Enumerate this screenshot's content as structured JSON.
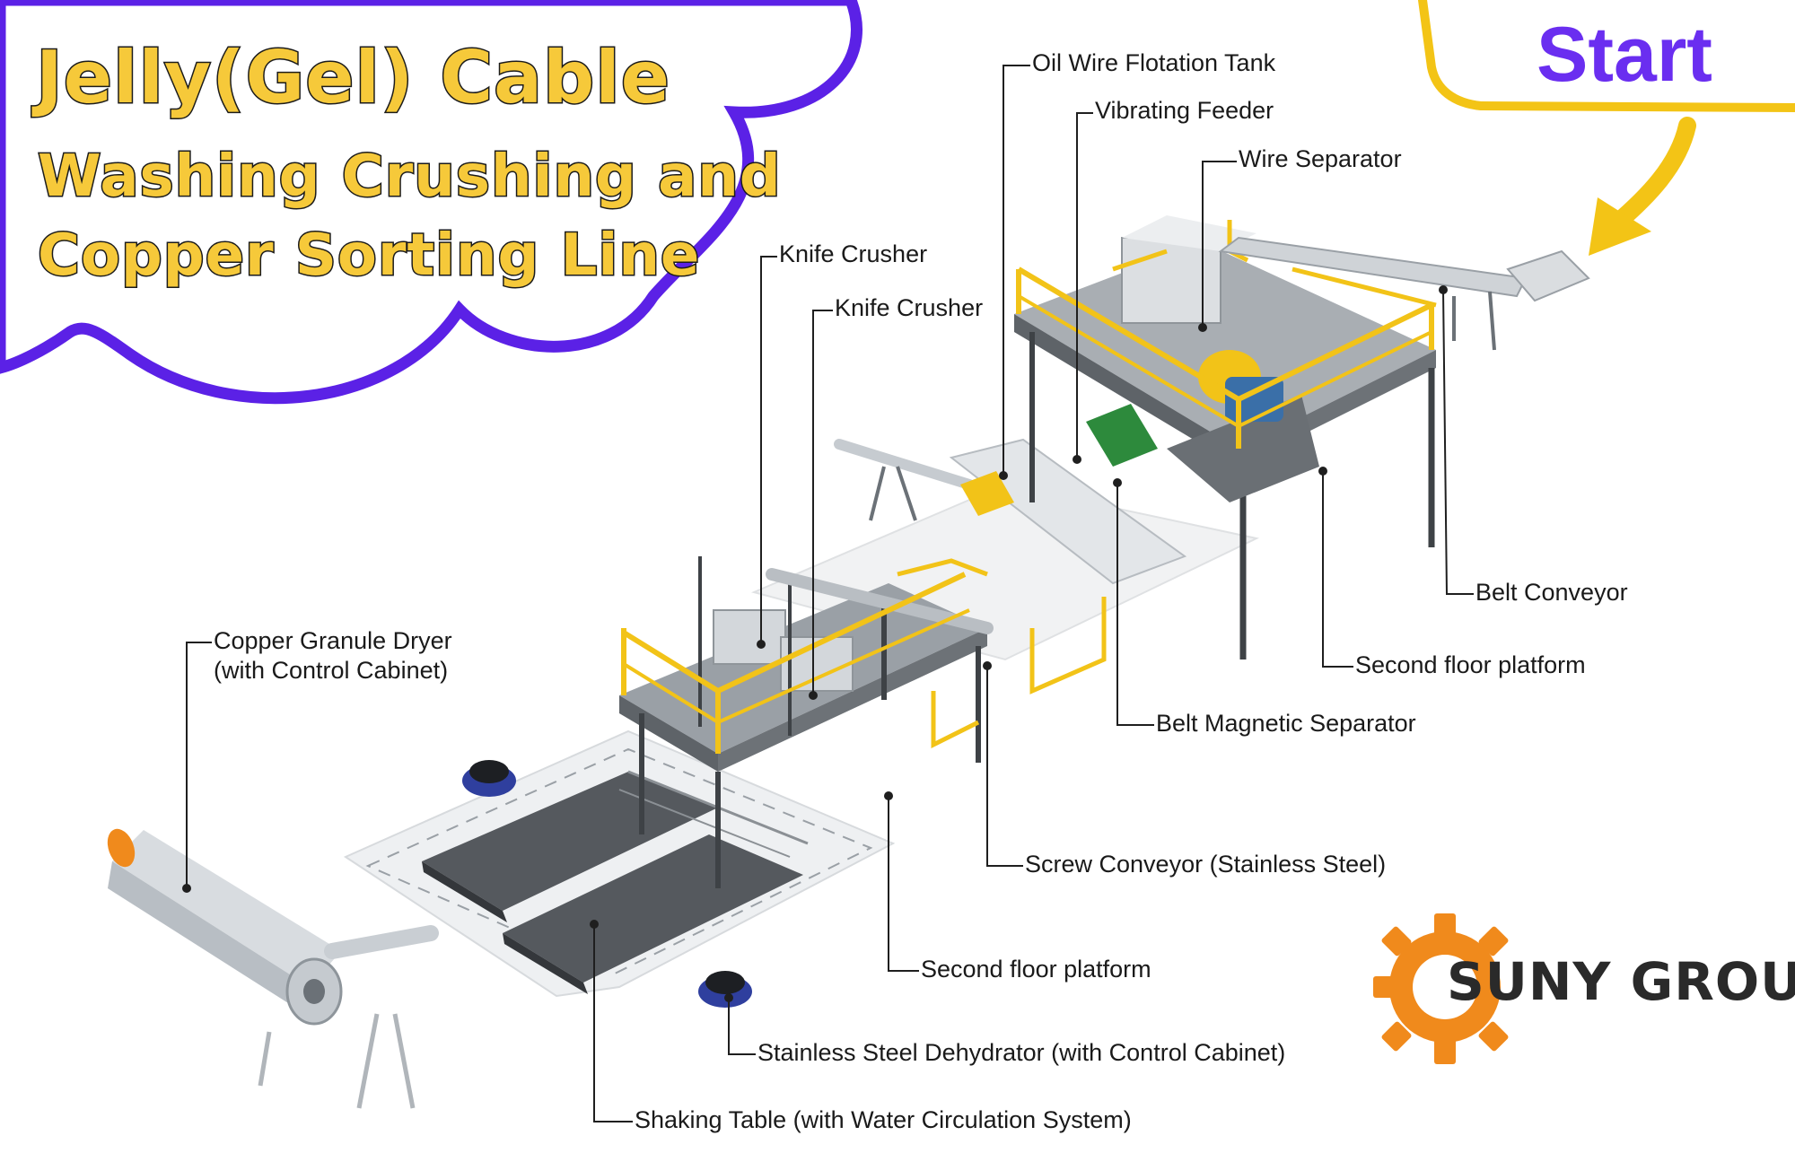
{
  "title": {
    "line1": "Jelly(Gel) Cable",
    "line2": "Washing Crushing and",
    "line3": "Copper Sorting Line"
  },
  "start_label": "Start",
  "callouts": {
    "oil_wire_flotation_tank": "Oil Wire Flotation Tank",
    "vibrating_feeder": "Vibrating Feeder",
    "wire_separator": "Wire Separator",
    "knife_crusher_1": "Knife Crusher",
    "knife_crusher_2": "Knife Crusher",
    "belt_conveyor": "Belt Conveyor",
    "second_floor_platform_upper": "Second floor platform",
    "belt_magnetic_separator": "Belt Magnetic Separator",
    "copper_granule_dryer_line1": "Copper Granule Dryer",
    "copper_granule_dryer_line2": "(with Control Cabinet)",
    "screw_conveyor": "Screw Conveyor (Stainless Steel)",
    "second_floor_platform_lower": "Second floor platform",
    "stainless_steel_dehydrator": "Stainless Steel Dehydrator (with Control Cabinet)",
    "shaking_table": "Shaking Table (with Water Circulation System)"
  },
  "brand": {
    "name": "SUNY GROUP"
  },
  "colors": {
    "cloud_border": "#5b21e6",
    "title_fill": "#f6c93a",
    "title_outline": "#1b1b1b",
    "start_text": "#6a2ef0",
    "arrow_yellow": "#f3c416",
    "railing_yellow": "#f2c318",
    "steel_gray": "#c9ced3",
    "dark_steel": "#4a4e53",
    "gear_orange": "#f08a1c"
  },
  "icons": {
    "start_arrow": "arrow-down-left-icon",
    "logo": "gear-logo-icon"
  }
}
